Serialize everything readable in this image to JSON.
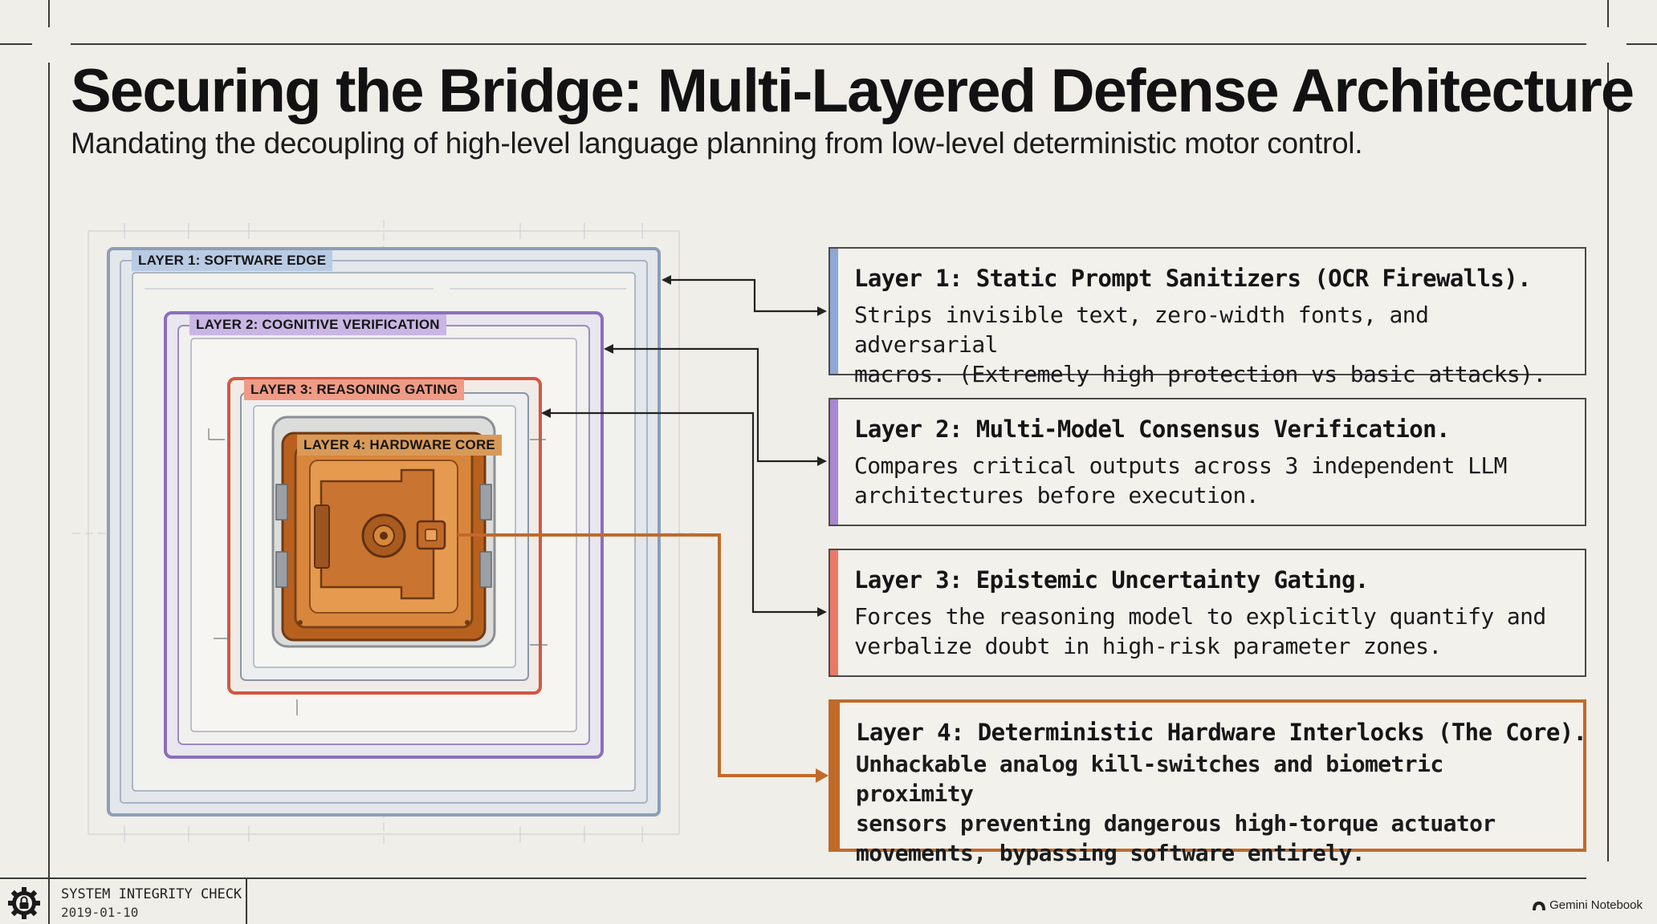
{
  "header": {
    "title": "Securing the Bridge: Multi-Layered Defense Architecture",
    "subtitle": "Mandating the decoupling of high-level language planning from low-level deterministic motor control."
  },
  "diagram": {
    "labels": [
      {
        "text": "LAYER 1: SOFTWARE EDGE",
        "color": "#b9cbe3"
      },
      {
        "text": "LAYER 2: COGNITIVE VERIFICATION",
        "color": "#c9b6e4"
      },
      {
        "text": "LAYER 3: REASONING GATING",
        "color": "#ef9b86"
      },
      {
        "text": "LAYER 4: HARDWARE CORE",
        "color": "#d99a58"
      }
    ]
  },
  "cards": [
    {
      "title": "Layer 1: Static Prompt Sanitizers (OCR Firewalls).",
      "body": "Strips invisible text, zero-width fonts, and adversarial\nmacros. (Extremely high protection vs basic attacks).",
      "accent": "#8fa8d4"
    },
    {
      "title": "Layer 2: Multi-Model Consensus Verification.",
      "body": "Compares critical outputs across 3 independent LLM\narchitectures before execution.",
      "accent": "#a689cf"
    },
    {
      "title": "Layer 3: Epistemic Uncertainty Gating.",
      "body": "Forces the reasoning model to explicitly quantify and\nverbalize doubt in high-risk parameter zones.",
      "accent": "#ea7a68"
    },
    {
      "title": "Layer 4: Deterministic Hardware Interlocks (The Core).",
      "body": "Unhackable analog kill-switches and biometric proximity\nsensors preventing dangerous high-torque actuator\nmovements, bypassing software entirely.",
      "accent": "#c06a2a"
    }
  ],
  "footer": {
    "title": "SYSTEM INTEGRITY CHECK",
    "date": "2019-01-10",
    "brand": "Gemini Notebook"
  },
  "icons": [
    "gear-lock-icon",
    "brand-logo-icon"
  ]
}
